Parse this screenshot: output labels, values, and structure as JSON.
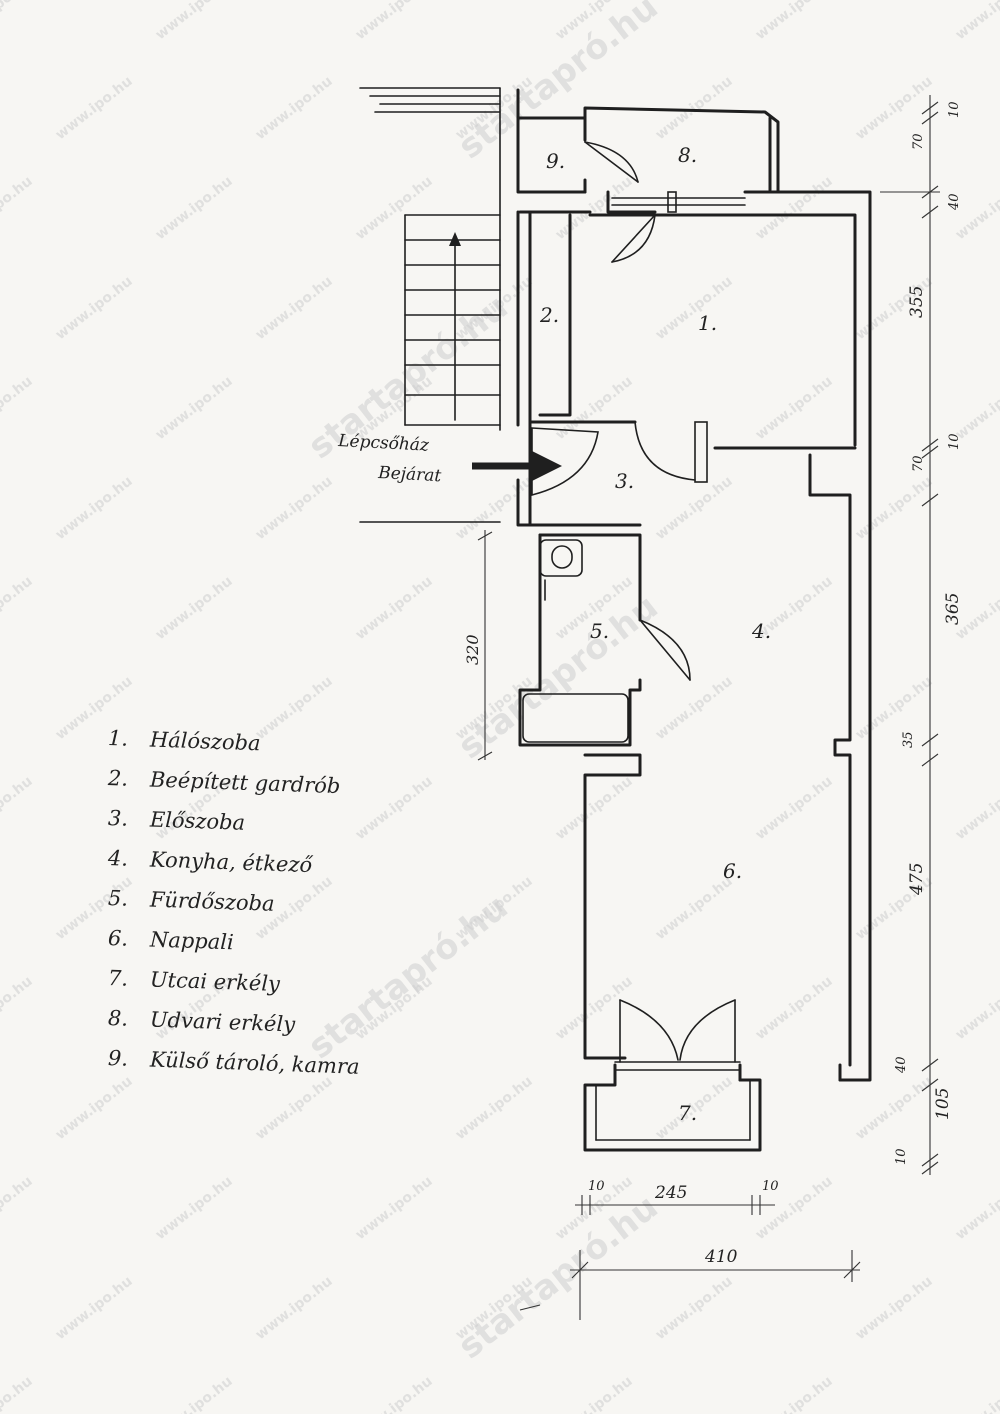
{
  "rooms": [
    {
      "num": "1.",
      "name": "Hálószoba"
    },
    {
      "num": "2.",
      "name": "Beépített gardrób"
    },
    {
      "num": "3.",
      "name": "Előszoba"
    },
    {
      "num": "4.",
      "name": "Konyha, étkező"
    },
    {
      "num": "5.",
      "name": "Fürdőszoba"
    },
    {
      "num": "6.",
      "name": "Nappali"
    },
    {
      "num": "7.",
      "name": "Utcai erkély"
    },
    {
      "num": "8.",
      "name": "Udvari erkély"
    },
    {
      "num": "9.",
      "name": "Külső tároló, kamra"
    }
  ],
  "entrance": {
    "line1": "Lépcsőház",
    "line2": "Bejárat"
  },
  "dimensions": {
    "right": [
      "10",
      "70",
      "40",
      "355",
      "10",
      "70",
      "365",
      "35",
      "475",
      "40",
      "105",
      "10"
    ],
    "left": "320",
    "bottom_small_left": "10",
    "bottom_mid": "245",
    "bottom_small_right": "10",
    "bottom_total": "410"
  },
  "watermarks": {
    "site": "www.ipo.hu",
    "brand": "startapró.hu"
  }
}
